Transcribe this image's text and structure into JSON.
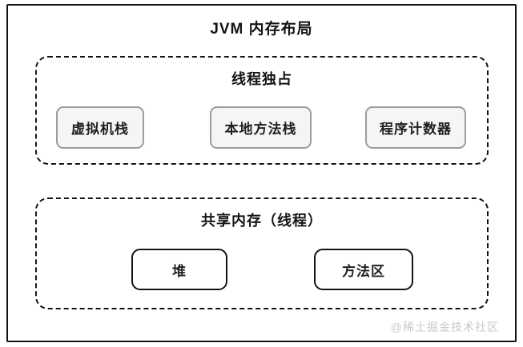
{
  "title": "JVM 内存布局",
  "groups": [
    {
      "title": "线程独占",
      "items": [
        "虚拟机栈",
        "本地方法栈",
        "程序计数器"
      ]
    },
    {
      "title": "共享内存（线程）",
      "items": [
        "堆",
        "方法区"
      ]
    }
  ],
  "watermark": "@稀土掘金技术社区",
  "colors": {
    "ink": "#141414",
    "node_fill": "#f5f5f5",
    "node_border": "#9c9c9c",
    "watermark": "#c9c9c9",
    "background": "#ffffff"
  }
}
